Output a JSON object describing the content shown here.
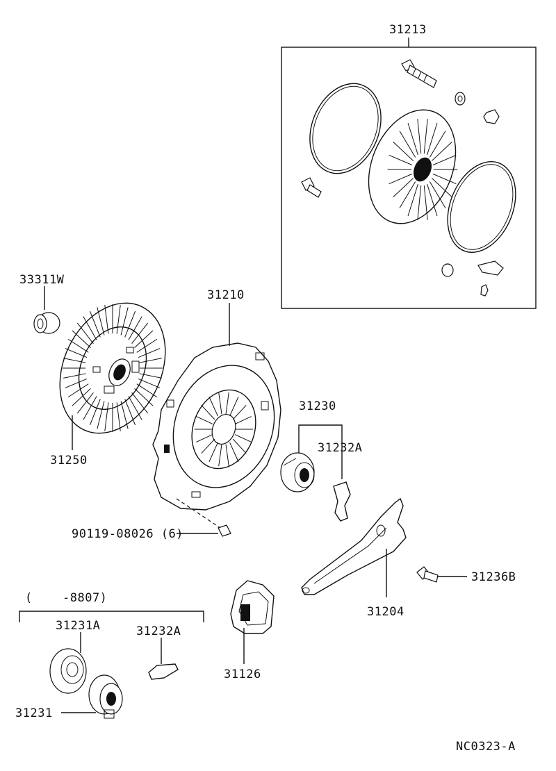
{
  "diagram": {
    "drawing_code": "NC0323-A",
    "parts": [
      {
        "id": "p31213",
        "number": "31213"
      },
      {
        "id": "p33311w",
        "number": "33311W"
      },
      {
        "id": "p31210",
        "number": "31210"
      },
      {
        "id": "p31250",
        "number": "31250"
      },
      {
        "id": "p31230",
        "number": "31230"
      },
      {
        "id": "p31232a_top",
        "number": "31232A"
      },
      {
        "id": "p90119",
        "number": "90119-08026 (6)"
      },
      {
        "id": "p31236b",
        "number": "31236B"
      },
      {
        "id": "p31204",
        "number": "31204"
      },
      {
        "id": "p31126",
        "number": "31126"
      },
      {
        "id": "p31231a",
        "number": "31231A"
      },
      {
        "id": "p31232a_bottom",
        "number": "31232A"
      },
      {
        "id": "p31231",
        "number": "31231"
      }
    ],
    "date_range_note": {
      "open": "(",
      "text": "-8807)"
    }
  }
}
